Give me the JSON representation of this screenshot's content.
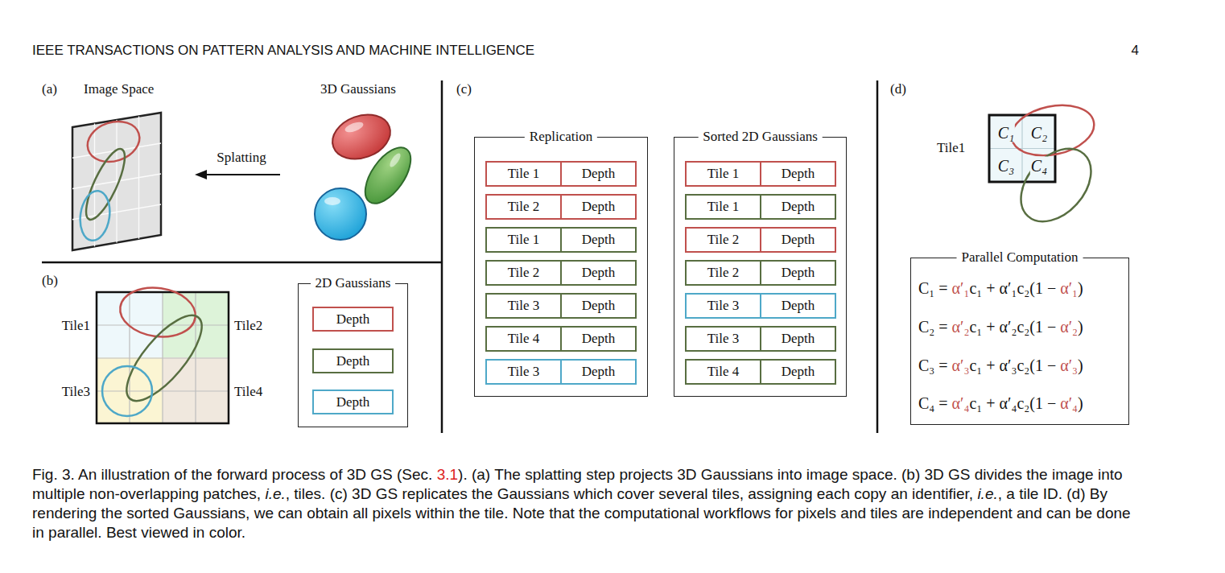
{
  "diagram": {
    "caption": "Fig. 3. An illustration of the forward process of 3D GS (Sec. 3.1). (a) The splatting step projects 3D Gaussians into image space. (b) 3D GS divides the image into multiple non-overlapping patches, i.e., tiles. (c) 3D GS replicates the Gaussians which cover several tiles, assigning each copy an identifier, i.e., a tile ID. (d) By rendering the sorted Gaussians, we can obtain all pixels within the tile. Note that the computational workflows for pixels and tiles are independent and can be done in parallel. Best viewed in color.",
    "nodes": [
      {
        "text": [
          "2D Gaussians"
        ]
      },
      {
        "text": [
          "Depth"
        ],
        "in": 0
      },
      {
        "text": [
          "Depth"
        ],
        "in": 0
      },
      {
        "text": [
          "Depth"
        ],
        "in": 0
      },
      {
        "text": [
          "Replication"
        ]
      },
      {
        "text": [
          "Tile 1",
          "Depth"
        ],
        "in": 4
      },
      {
        "text": [
          "Tile 2",
          "Depth"
        ],
        "in": 4
      },
      {
        "text": [
          "Tile 1",
          "Depth"
        ],
        "in": 4
      },
      {
        "text": [
          "Tile 2",
          "Depth"
        ],
        "in": 4
      },
      {
        "text": [
          "Tile 3",
          "Depth"
        ],
        "in": 4
      },
      {
        "text": [
          "Tile 4",
          "Depth"
        ],
        "in": 4
      },
      {
        "text": [
          "Tile 3",
          "Depth"
        ],
        "in": 4
      },
      {
        "text": [
          "Sorted 2D Gaussians"
        ]
      },
      {
        "text": [
          "Tile 1",
          "Depth"
        ],
        "in": 12
      },
      {
        "text": [
          "Tile 1",
          "Depth"
        ],
        "in": 12
      },
      {
        "text": [
          "Tile 2",
          "Depth"
        ],
        "in": 12
      },
      {
        "text": [
          "Tile 2",
          "Depth"
        ],
        "in": 12
      },
      {
        "text": [
          "Tile 3",
          "Depth"
        ],
        "in": 12
      },
      {
        "text": [
          "Tile 3",
          "Depth"
        ],
        "in": 12
      },
      {
        "text": [
          "Tile 4",
          "Depth"
        ],
        "in": 12
      },
      {
        "text": [
          "Parallel Computation",
          "C₁ = α′₁c₁ + α′₁c₂(1 − α′₁)",
          "C₂ = α′₂c₁ + α′₂c₂(1 − α′₂)",
          "C₃ = α′₃c₁ + α′₃c₂(1 − α′₃)",
          "C₄ = α′₄c₁ + α′₄c₂(1 − α′₄)"
        ]
      }
    ],
    "labels": [
      "IEEE TRANSACTIONS ON PATTERN ANALYSIS AND MACHINE INTELLIGENCE",
      "4",
      "(a)",
      "Image Space",
      "3D Gaussians",
      "Splatting",
      "(b)",
      "Tile1",
      "Tile2",
      "Tile3",
      "Tile4",
      "(c)",
      "(d)",
      "Tile1",
      "C₁",
      "C₂",
      "C₃",
      "C₄"
    ]
  }
}
